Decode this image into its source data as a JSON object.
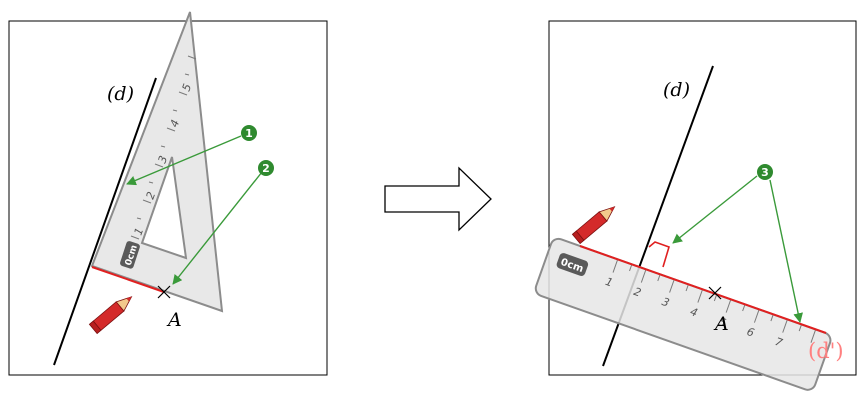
{
  "left_panel": {
    "line_label": "(d)",
    "point_label": "A",
    "square_origin": "0cm",
    "square_ticks": [
      "1",
      "2",
      "3",
      "4",
      "5"
    ],
    "badges": [
      "1",
      "2"
    ]
  },
  "arrow": {
    "icon": "right-arrow-icon"
  },
  "right_panel": {
    "line_label": "(d)",
    "point_label": "A",
    "ruler_origin": "0cm",
    "ruler_ticks": [
      "1",
      "2",
      "3",
      "4",
      "5",
      "6",
      "7"
    ],
    "result_label": "(d')",
    "badges": [
      "3"
    ]
  },
  "colors": {
    "badge_green": "#2f8a2f",
    "arrow_green": "#3a9a3a",
    "trace_red": "#e02020",
    "result_label": "#ff8080",
    "tool_fill": "#e6e6e6",
    "tool_stroke": "#8c8c8c"
  }
}
